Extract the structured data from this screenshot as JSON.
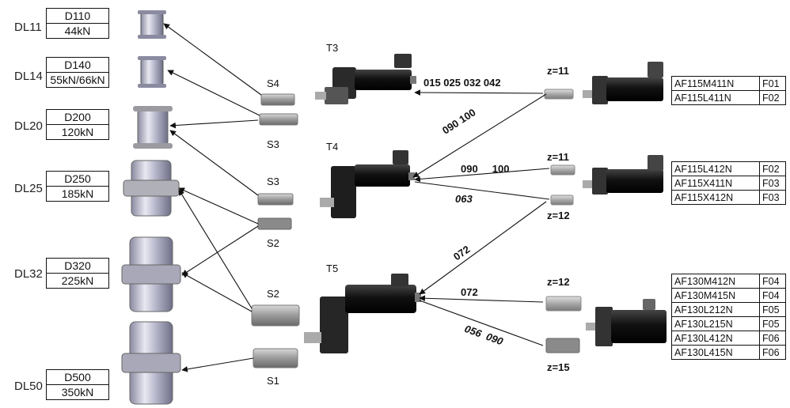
{
  "wheels": [
    {
      "dl": "DL11",
      "diameter": "D110",
      "load": "44kN"
    },
    {
      "dl": "DL14",
      "diameter": "D140",
      "load": "55kN/66kN"
    },
    {
      "dl": "DL20",
      "diameter": "D200",
      "load": "120kN"
    },
    {
      "dl": "DL25",
      "diameter": "D250",
      "load": "185kN"
    },
    {
      "dl": "DL32",
      "diameter": "D320",
      "load": "225kN"
    },
    {
      "dl": "DL50",
      "diameter": "D500",
      "load": "350kN"
    }
  ],
  "shafts": {
    "s4": "S4",
    "s3_upper": "S3",
    "s3_lower": "S3",
    "s2_upper": "S2",
    "s2_lower": "S2",
    "s1": "S1"
  },
  "gearboxes": {
    "t3": "T3",
    "t4": "T4",
    "t5": "T5"
  },
  "ratios": {
    "t3_top": "015 025 032 042",
    "t4_diag_up": "090  100",
    "t4_right": "090     100",
    "t4_low": "063",
    "t5_diag": "072",
    "t5_mid": "072",
    "t5_low": "056  090"
  },
  "pinions": {
    "z11_top": "z=11",
    "z11_mid": "z=11",
    "z12_mid": "z=12",
    "z12_low": "z=12",
    "z15": "z=15"
  },
  "motor_groups": [
    {
      "rows": [
        [
          "AF115M411N",
          "F01"
        ],
        [
          "AF115L411N",
          "F02"
        ]
      ]
    },
    {
      "rows": [
        [
          "AF115L412N",
          "F02"
        ],
        [
          "AF115X411N",
          "F03"
        ],
        [
          "AF115X412N",
          "F03"
        ]
      ]
    },
    {
      "rows": [
        [
          "AF130M412N",
          "F04"
        ],
        [
          "AF130M415N",
          "F04"
        ],
        [
          "AF130L212N",
          "F05"
        ],
        [
          "AF130L215N",
          "F05"
        ],
        [
          "AF130L412N",
          "F06"
        ],
        [
          "AF130L415N",
          "F06"
        ]
      ]
    }
  ]
}
